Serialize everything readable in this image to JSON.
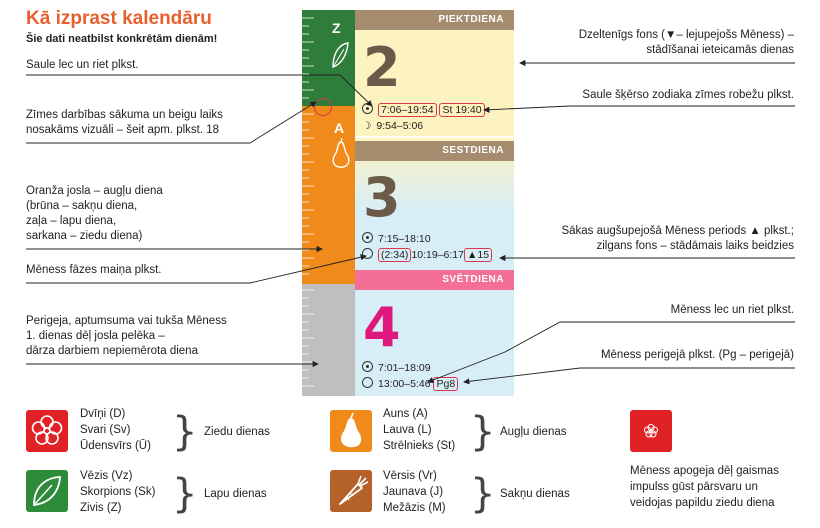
{
  "header": {
    "title": "Kā izprast kalendāru",
    "subtitle": "Šie dati neatbilst konkrētām dienām!"
  },
  "strip": {
    "sign_z": "Z",
    "sign_a": "A"
  },
  "days": [
    {
      "weekday": "PIEKTDIENA",
      "number": "2",
      "sun_times": "7:06–19:54",
      "zodiac_time": "St 19:40",
      "moon_times": "9:54–5:06",
      "bar_color": "#a68c6e",
      "bg_color": "#fdf3c0",
      "num_color": "#6b5a47"
    },
    {
      "weekday": "SESTDIENA",
      "number": "3",
      "sun_times": "7:15–18:10",
      "phase_time": "(2:34)",
      "moon_times": "10:19–6:17",
      "zodiac_time": "▲15",
      "bar_color": "#a68c6e",
      "bg_color": "#d8eef7",
      "num_color": "#6b5a47"
    },
    {
      "weekday": "SVĒTDIENA",
      "number": "4",
      "sun_times": "7:01–18:09",
      "moon_times": "13:00–5:46",
      "perigee": "Pg8",
      "bar_color": "#f36f95",
      "bg_color": "#d8eef7",
      "num_color": "#e0177c"
    }
  ],
  "notes_left": [
    "Saule lec un riet plkst.",
    "Zīmes darbības sākuma un beigu laiks",
    "nosakāms vizuāli – šeit apm. plkst. 18",
    "Oranža josla – augļu diena",
    "(brūna – sakņu diena,",
    "zaļa – lapu diena,",
    "sarkana – ziedu diena)",
    "Mēness fāzes maiņa plkst.",
    "Perigeja, aptumsuma vai tukša Mēness",
    "1. dienas dēļ josla pelēka –",
    "dārza darbiem nepiemērota diena"
  ],
  "notes_right": [
    "Dzeltenīgs fons (▼– lejupejošs Mēness) –",
    "stādīšanai ieteicamās dienas",
    "Saule šķērso zodiaka zīmes robežu plkst.",
    "Sākas augšupejošā Mēness periods ▲ plkst.;",
    "zilgans fons – stādāmais laiks beidzies",
    "Mēness lec un riet plkst.",
    "Mēness perigejā plkst. (Pg – perigejā)"
  ],
  "legend": {
    "flower": {
      "lines": [
        "Dvīņi (D)",
        "Svari (Sv)",
        "Ūdensvīrs (Ū)"
      ],
      "label": "Ziedu dienas",
      "color": "#e02126",
      "icon": "flower-icon"
    },
    "fruit": {
      "lines": [
        "Auns (A)",
        "Lauva (L)",
        "Strēlnieks (St)"
      ],
      "label": "Augļu dienas",
      "color": "#f08a1a",
      "icon": "pear-icon"
    },
    "leaf": {
      "lines": [
        "Vēzis (Vz)",
        "Skorpions (Sk)",
        "Zivis (Z)"
      ],
      "label": "Lapu dienas",
      "color": "#2e8b3a",
      "icon": "leaf-icon"
    },
    "root": {
      "lines": [
        "Vērsis (Vr)",
        "Jaunava (J)",
        "Mežāzis (M)"
      ],
      "label": "Sakņu dienas",
      "color": "#b5612a",
      "icon": "carrot-icon"
    },
    "apogee": {
      "lines": [
        "Mēness apogeja dēļ gaismas",
        "impulss gūst pārsvaru un",
        "veidojas papildu ziedu diena"
      ],
      "color": "#e02126",
      "icon": "small-flower-icon"
    }
  }
}
